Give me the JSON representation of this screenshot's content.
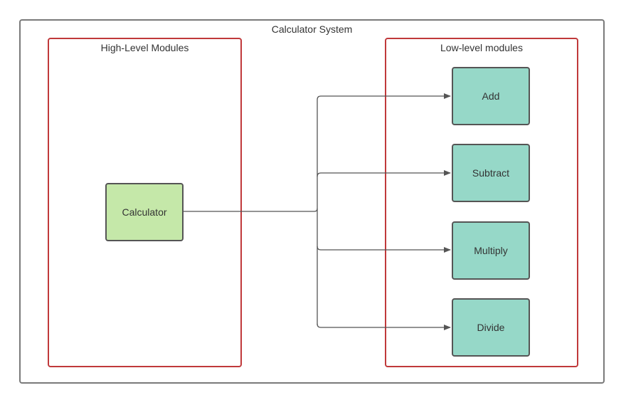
{
  "system": {
    "title": "Calculator System"
  },
  "high_level": {
    "title": "High-Level Modules",
    "node": "Calculator"
  },
  "low_level": {
    "title": "Low-level modules",
    "nodes": [
      "Add",
      "Subtract",
      "Multiply",
      "Divide"
    ]
  },
  "colors": {
    "outer_border": "#7a7a7a",
    "group_border": "#c0393b",
    "high_node_fill": "#c5e8a9",
    "low_node_fill": "#96d8c8",
    "node_border": "#555555",
    "connector": "#555555"
  }
}
